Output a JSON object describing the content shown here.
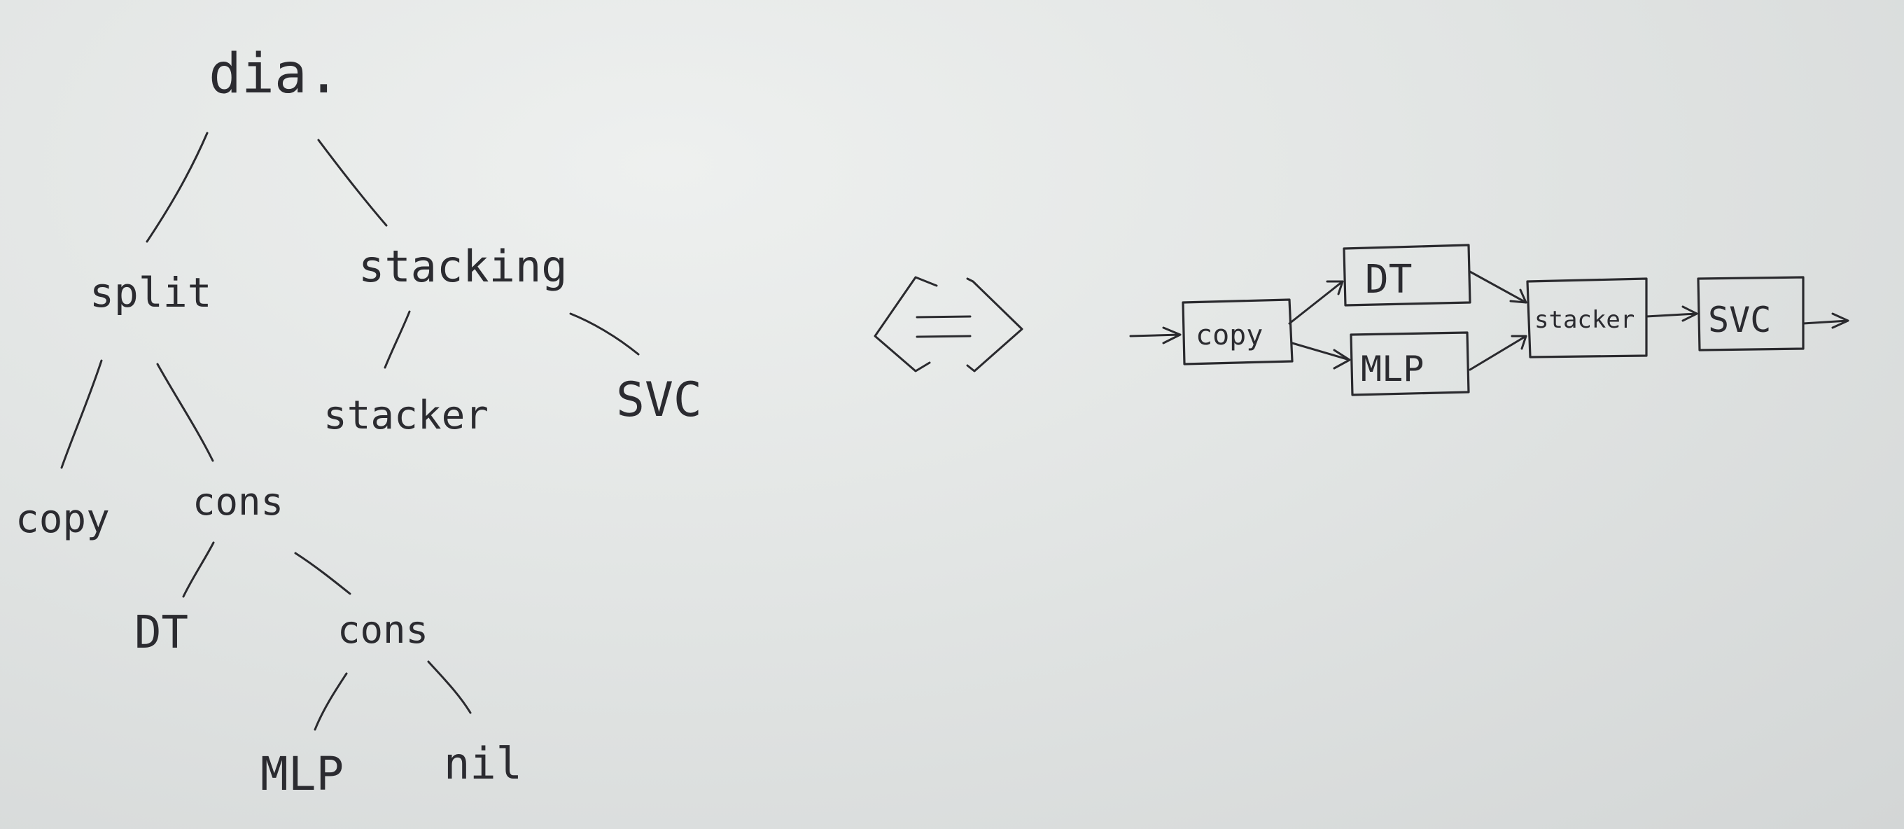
{
  "tree": {
    "root": "dia.",
    "split": "split",
    "stacking": "stacking",
    "copy": "copy",
    "cons_1": "cons",
    "stacker": "stacker",
    "svc": "SVC",
    "dt": "DT",
    "cons_2": "cons",
    "mlp": "MLP",
    "nil": "nil"
  },
  "equivalence_icon": "double-headed-arrow-icon",
  "pipeline": {
    "copy": "copy",
    "dt": "DT",
    "mlp": "MLP",
    "stacker": "stacker",
    "svc": "SVC"
  }
}
